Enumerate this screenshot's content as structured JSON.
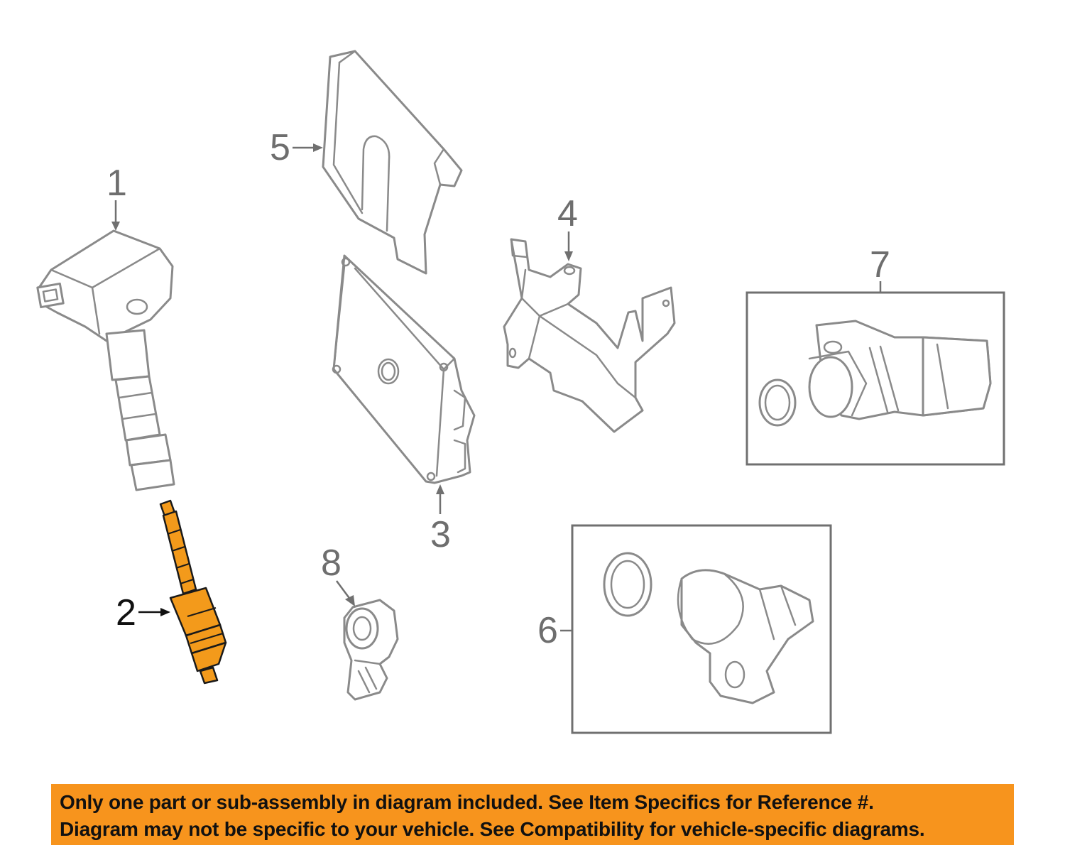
{
  "callouts": {
    "c1": "1",
    "c2": "2",
    "c3": "3",
    "c4": "4",
    "c5": "5",
    "c6": "6",
    "c7": "7",
    "c8": "8"
  },
  "colors": {
    "highlight_part": "#f39a1b",
    "notice_background": "#f7941d",
    "line_art": "#8a8a8a"
  },
  "notice": {
    "line1": "Only one part or sub-assembly in diagram included. See Item Specifics for Reference #.",
    "line2": "Diagram may not be specific to your vehicle. See Compatibility for vehicle-specific diagrams."
  }
}
